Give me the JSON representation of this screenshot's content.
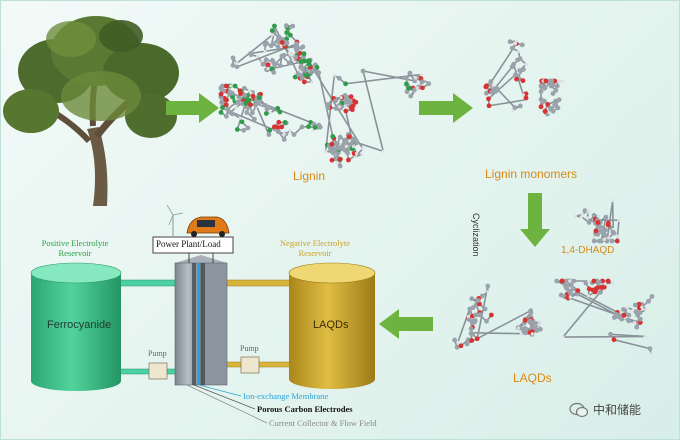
{
  "labels": {
    "lignin": "Lignin",
    "lignin_monomers": "Lignin monomers",
    "cyclization": "Cyclization",
    "dhaqd": "1,4-DHAQD",
    "laqds": "LAQDs",
    "positive_reservoir": "Positive Electrolyte Reservoir",
    "negative_reservoir": "Negative Electrolyte Reservoir",
    "ferrocyanide": "Ferrocyanide",
    "laqds_tank": "LAQDs",
    "power_plant": "Power Plant/Load",
    "pump_left": "Pump",
    "pump_right": "Pump",
    "membrane": "Ion-exchange Membrane",
    "electrodes": "Porous Carbon Electrodes",
    "collector": "Current Collector & Flow Field",
    "watermark": "中和储能"
  },
  "colors": {
    "arrow_green": "#6db33f",
    "label_orange": "#d98a12",
    "reservoir_green": "#3cc08a",
    "tank_gold": "#c9a226",
    "membrane_blue": "#2aa3d6"
  }
}
